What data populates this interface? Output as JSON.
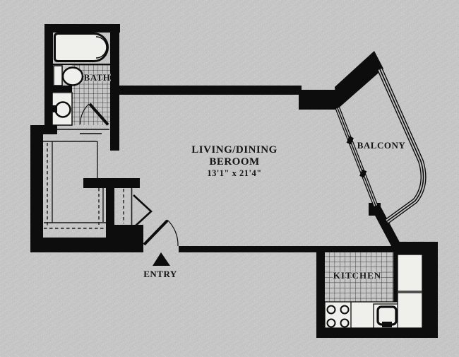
{
  "floor_plan": {
    "rooms": {
      "bath": {
        "label": "BATH"
      },
      "living_dining": {
        "name_line1": "LIVING/DINING",
        "name_line2": "BEROOM",
        "dimensions": "13'1\" x 21'4\""
      },
      "balcony": {
        "label": "BALCONY"
      },
      "kitchen": {
        "label": "KITCHEN"
      },
      "entry": {
        "label": "ENTRY"
      }
    },
    "colors": {
      "paper": "#c6c6c6",
      "walls": "#0d0d0d",
      "fixtures": "#efefec"
    }
  }
}
